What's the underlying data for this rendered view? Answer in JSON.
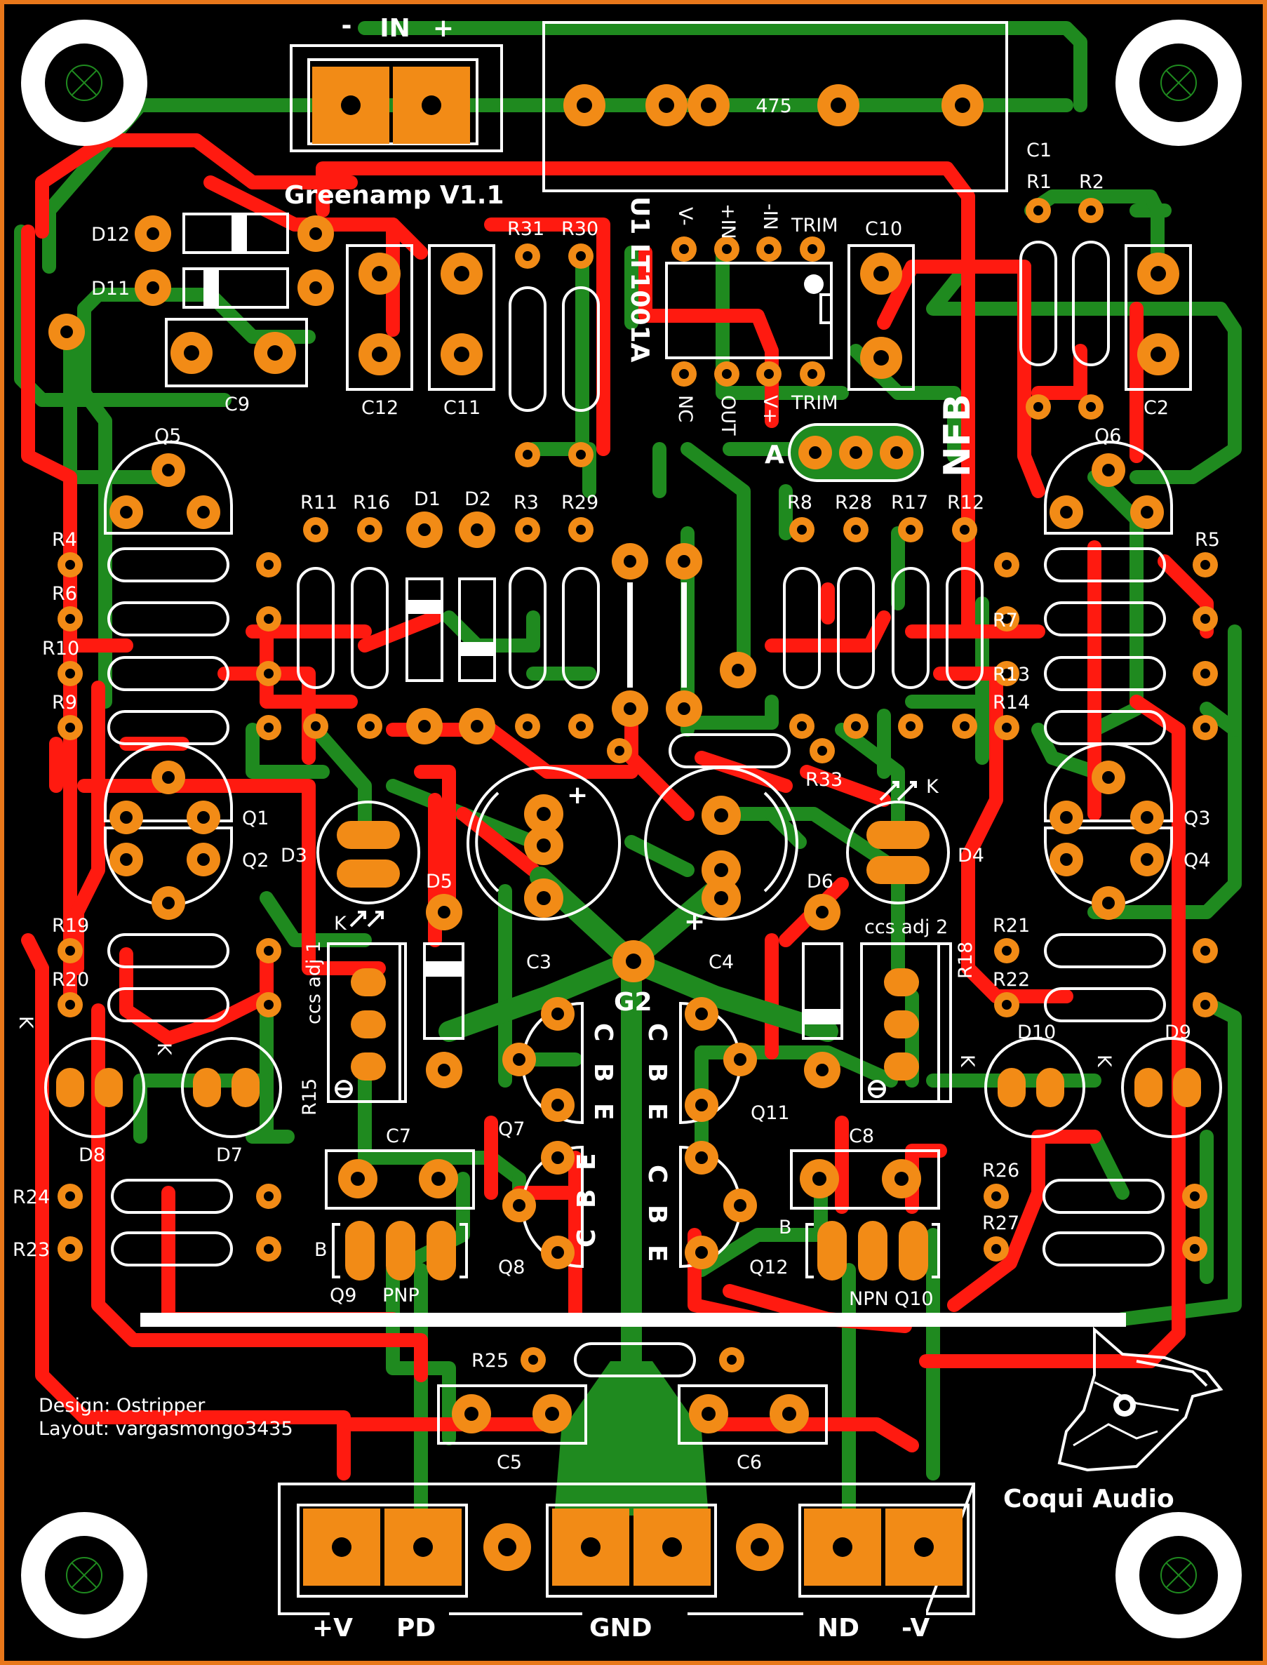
{
  "board": {
    "colors": {
      "background": "#000000",
      "border": "#e8771a",
      "trace_top": "#ff1a10",
      "trace_bottom": "#1f8a1f",
      "pad": "#f28b16",
      "silk": "#ffffff"
    },
    "title": "Greenamp V1.1",
    "credits": [
      "Design: Ostripper",
      "Layout: vargasmongo3435"
    ],
    "brand": "Coqui Audio",
    "input_connector": {
      "minus": "-",
      "label": "IN",
      "plus": "+"
    },
    "pot_value": "475",
    "opamp": {
      "designator": "U1 LT1001A",
      "pins_top": [
        "V-",
        "+IN",
        "-IN",
        "TRIM"
      ],
      "pins_bottom": [
        "NC",
        "OUT",
        "V+",
        "TRIM"
      ]
    },
    "jumper": {
      "left": "A",
      "right": "NFB"
    },
    "ground_label": "G2",
    "ccs_labels": [
      "ccs adj 1",
      "ccs adj 2"
    ],
    "cbe": [
      "C",
      "B",
      "E"
    ],
    "pnp_label": "PNP",
    "npn_label": "NPN",
    "base_label": "B",
    "output_connector": [
      "+V",
      "PD",
      "GND",
      "ND",
      "-V"
    ],
    "diode_k": "K",
    "pcb_labels": {
      "r31": "R31",
      "r30": "R30",
      "c10": "C10",
      "c1": "C1",
      "r1": "R1",
      "r2": "R2",
      "d12": "D12",
      "d11": "D11",
      "c9": "C9",
      "c12": "C12",
      "c11": "C11",
      "c2": "C2",
      "q5": "Q5",
      "q6": "Q6",
      "r11": "R11",
      "r16": "R16",
      "d1": "D1",
      "d2": "D2",
      "r3": "R3",
      "r29": "R29",
      "r8": "R8",
      "r28": "R28",
      "r17": "R17",
      "r12": "R12",
      "r4": "R4",
      "r6": "R6",
      "r10": "R10",
      "r9": "R9",
      "r5": "R5",
      "r7": "R7",
      "r13": "R13",
      "r14": "R14",
      "q1": "Q1",
      "q2": "Q2",
      "q3": "Q3",
      "q4": "Q4",
      "d3": "D3",
      "d4": "D4",
      "d5": "D5",
      "d6": "D6",
      "r33": "R33",
      "c3": "C3",
      "c4": "C4",
      "r19": "R19",
      "r20": "R20",
      "r21": "R21",
      "r22": "R22",
      "r15": "R15",
      "r18": "R18",
      "d8": "D8",
      "d7": "D7",
      "d10": "D10",
      "d9": "D9",
      "q7": "Q7",
      "q11": "Q11",
      "q8": "Q8",
      "q12": "Q12",
      "c7": "C7",
      "c8": "C8",
      "r24": "R24",
      "r23": "R23",
      "r26": "R26",
      "r27": "R27",
      "q9": "Q9",
      "q10": "Q10",
      "r25": "R25",
      "c5": "C5",
      "c6": "C6"
    }
  }
}
